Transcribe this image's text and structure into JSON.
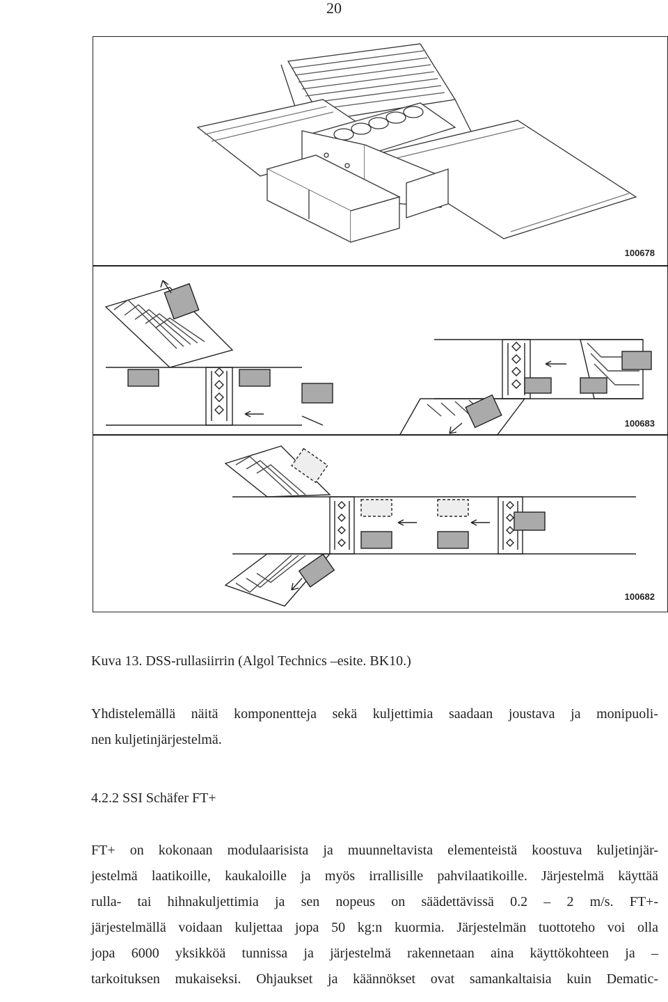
{
  "page_number": "20",
  "figures": [
    {
      "id": "100678"
    },
    {
      "id": "100683"
    },
    {
      "id": "100682"
    }
  ],
  "caption": "Kuva 13. DSS-rullasiirrin (Algol Technics –esite. BK10.)",
  "paragraph1": {
    "line1": "Yhdistelemällä näitä komponentteja sekä kuljettimia saadaan joustava ja monipuoli-",
    "line2": "nen kuljetinjärjestelmä."
  },
  "heading": "4.2.2 SSI Schäfer FT+",
  "paragraph2": {
    "line1": "FT+ on kokonaan modulaarisista ja muunneltavista elementeistä koostuva kuljetinjär-",
    "line2": "jestelmä laatikoille, kaukaloille ja myös irrallisille pahvilaatikoille. Järjestelmä käyttää",
    "line3": "rulla- tai hihnakuljettimia ja sen nopeus on säädettävissä 0.2 – 2 m/s. FT+-",
    "line4": "järjestelmällä voidaan kuljettaa jopa 50 kg:n kuormia. Järjestelmän tuottoteho voi olla",
    "line5": "jopa 6000 yksikköä tunnissa ja järjestelmä rakennetaan aina käyttökohteen ja –",
    "line6": "tarkoituksen mukaiseksi. Ohjaukset ja käännökset ovat samankaltaisia kuin Dematic-"
  }
}
